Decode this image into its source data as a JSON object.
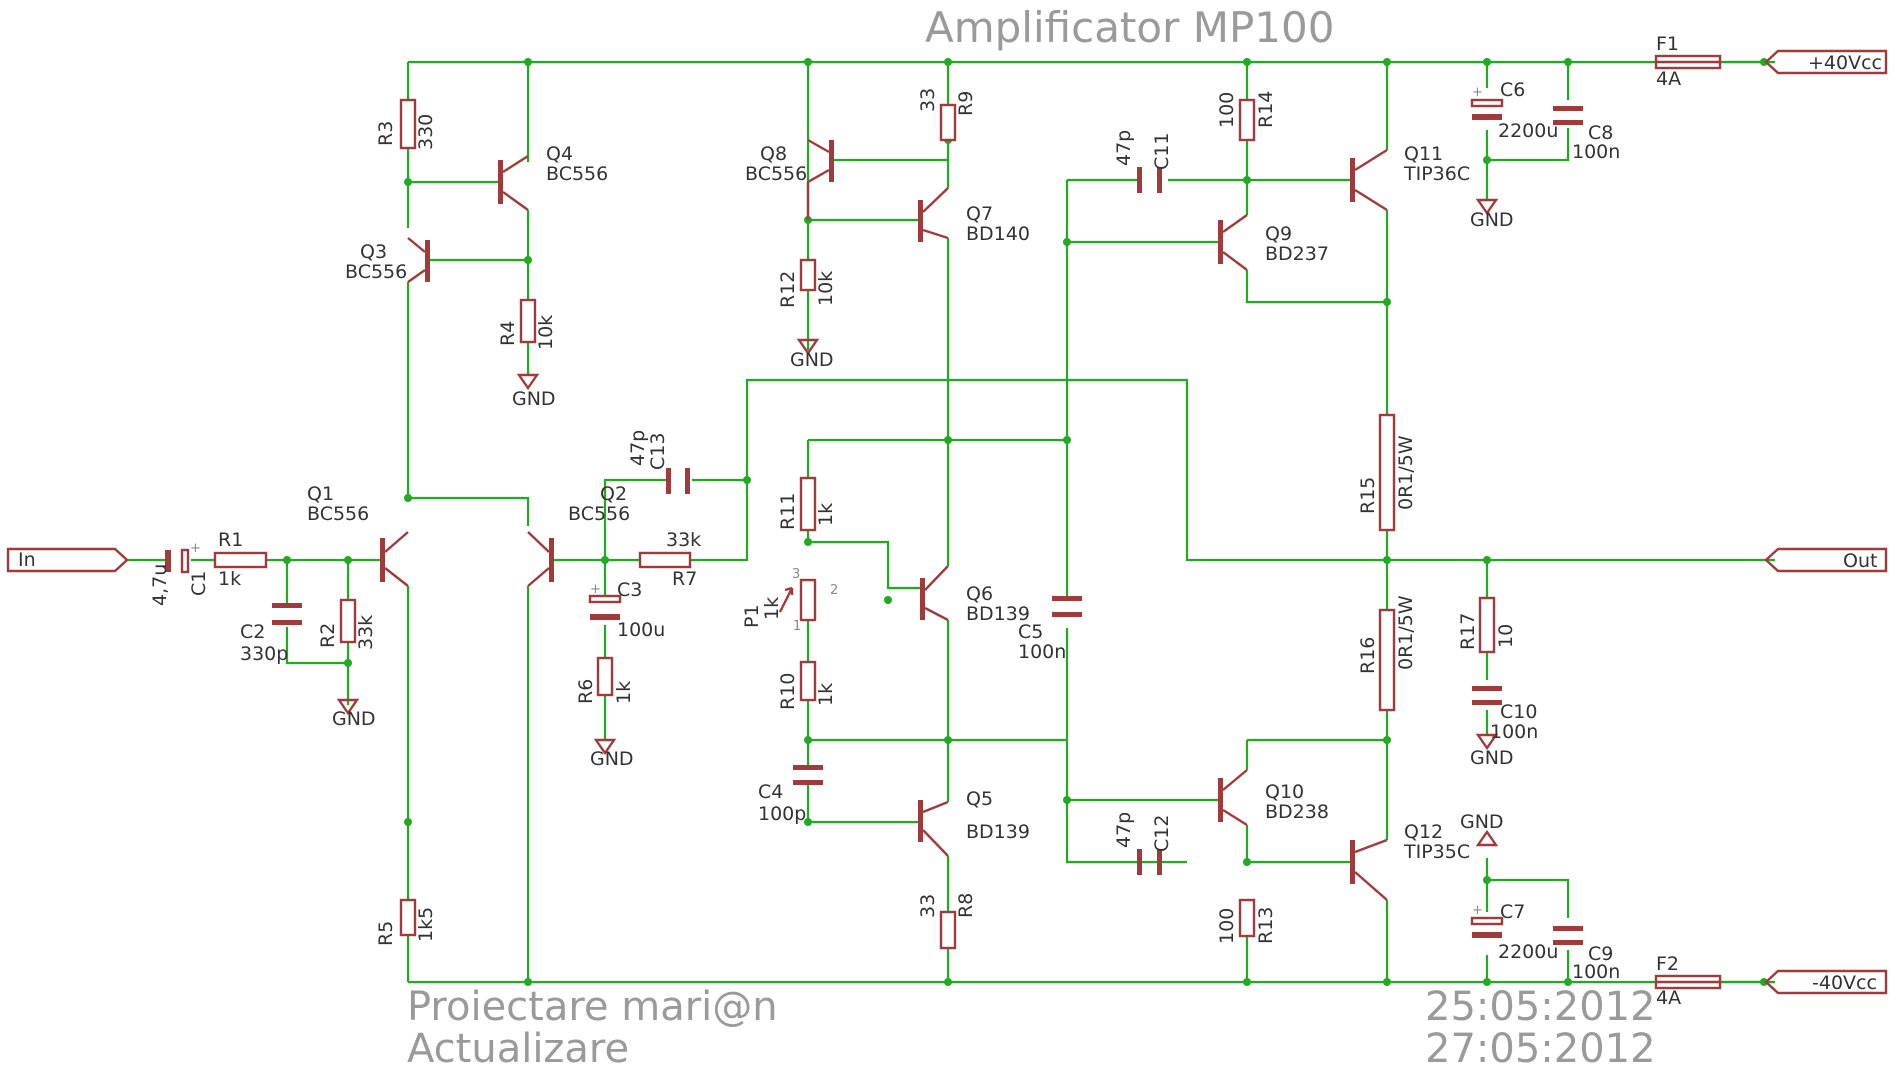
{
  "title": "Amplificator MP100",
  "footer": {
    "author": "Proiectare mari@n",
    "update": "Actualizare",
    "date1": "25:05:2012",
    "date2": "27:05:2012"
  },
  "ports": {
    "in": "In",
    "out": "Out",
    "vpos": "+40Vcc",
    "vneg": "-40Vcc"
  },
  "gnd": "GND",
  "fuses": [
    {
      "name": "F1",
      "value": "4A"
    },
    {
      "name": "F2",
      "value": "4A"
    }
  ],
  "resistors": [
    {
      "name": "R1",
      "value": "1k"
    },
    {
      "name": "R2",
      "value": "33k"
    },
    {
      "name": "R3",
      "value": "330"
    },
    {
      "name": "R4",
      "value": "10k"
    },
    {
      "name": "R5",
      "value": "1k5"
    },
    {
      "name": "R6",
      "value": "1k"
    },
    {
      "name": "R7",
      "value": "33k"
    },
    {
      "name": "R8",
      "value": "33"
    },
    {
      "name": "R9",
      "value": "33"
    },
    {
      "name": "R10",
      "value": "1k"
    },
    {
      "name": "R11",
      "value": "1k"
    },
    {
      "name": "R12",
      "value": "10k"
    },
    {
      "name": "R13",
      "value": "100"
    },
    {
      "name": "R14",
      "value": "100"
    },
    {
      "name": "R15",
      "value": "0R1/5W"
    },
    {
      "name": "R16",
      "value": "0R1/5W"
    },
    {
      "name": "R17",
      "value": "10"
    }
  ],
  "capacitors": [
    {
      "name": "C1",
      "value": "4,7u"
    },
    {
      "name": "C2",
      "value": "330p"
    },
    {
      "name": "C3",
      "value": "100u"
    },
    {
      "name": "C4",
      "value": "100p"
    },
    {
      "name": "C5",
      "value": "100n"
    },
    {
      "name": "C6",
      "value": "2200u"
    },
    {
      "name": "C7",
      "value": "2200u"
    },
    {
      "name": "C8",
      "value": "100n"
    },
    {
      "name": "C9",
      "value": "100n"
    },
    {
      "name": "C10",
      "value": "100n"
    },
    {
      "name": "C11",
      "value": "47p"
    },
    {
      "name": "C12",
      "value": "47p"
    },
    {
      "name": "C13",
      "value": "47p"
    }
  ],
  "transistors": [
    {
      "name": "Q1",
      "value": "BC556"
    },
    {
      "name": "Q2",
      "value": "BC556"
    },
    {
      "name": "Q3",
      "value": "BC556"
    },
    {
      "name": "Q4",
      "value": "BC556"
    },
    {
      "name": "Q5",
      "value": "BD139"
    },
    {
      "name": "Q6",
      "value": "BD139"
    },
    {
      "name": "Q7",
      "value": "BD140"
    },
    {
      "name": "Q8",
      "value": "BC556"
    },
    {
      "name": "Q9",
      "value": "BD237"
    },
    {
      "name": "Q10",
      "value": "BD238"
    },
    {
      "name": "Q11",
      "value": "TIP36C"
    },
    {
      "name": "Q12",
      "value": "TIP35C"
    }
  ],
  "potentiometer": {
    "name": "P1",
    "value": "1k",
    "pins": [
      "1",
      "2",
      "3"
    ]
  }
}
